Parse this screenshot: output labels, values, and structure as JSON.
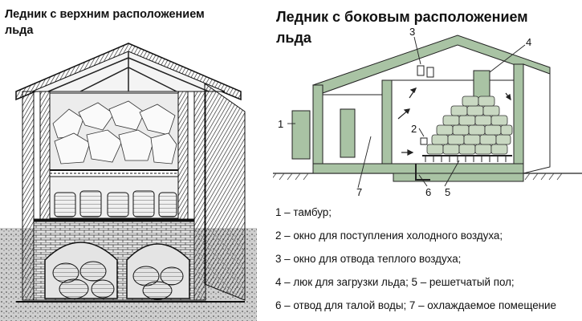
{
  "left_figure": {
    "title": "Ледник с верхним  расположением\nльда"
  },
  "right_figure": {
    "title": "Ледник с боковым расположением\nльда",
    "callouts": [
      "1",
      "2",
      "3",
      "4",
      "5",
      "6",
      "7"
    ]
  },
  "legend": {
    "items": [
      "1 – тамбур;",
      "2 – окно для поступления холодного воздуха;",
      "3 – окно для отвода теплого воздуха;",
      "4 – люк для загрузки льда; 5 – решетчатый пол;",
      "6 – отвод для талой воды; 7 – охлаждаемое помещение"
    ]
  },
  "colors": {
    "wall_fill": "#a9c3a4",
    "engraving_dark": "#1d1d1d",
    "engraving_light": "#efefef",
    "ice_fill": "#c9d8c2"
  }
}
